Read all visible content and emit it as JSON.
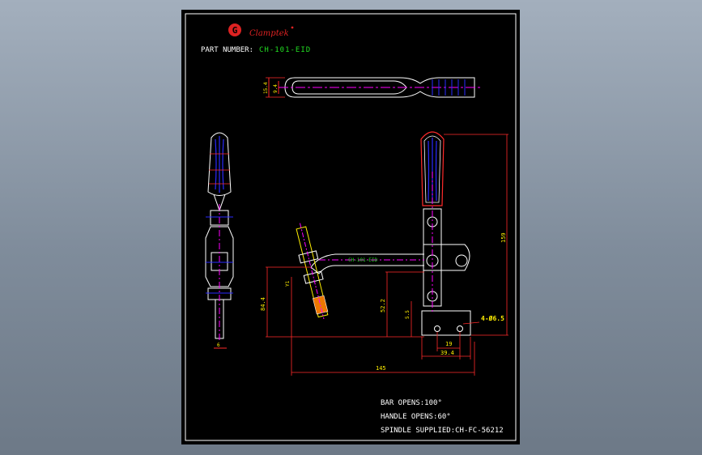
{
  "header": {
    "logo_text": "Clamptek",
    "part_number_label": "PART NUMBER:",
    "part_number_value": "CH-101-EID"
  },
  "dimensions": {
    "top_width": "15.4",
    "top_inner": "9.4",
    "height_total": "159",
    "height_left": "84.4",
    "height_mid": "52.2",
    "height_small": "5.5",
    "spindle_tag": "Y1",
    "hole_diameter": "4-Ø6.5",
    "base_spacing": "19",
    "base_width": "39.4",
    "overall_length": "145",
    "side_bottom": "6"
  },
  "body_label": "CH-101-EID",
  "specs": {
    "bar_opens": "BAR OPENS:100°",
    "handle_opens": "HANDLE OPENS:60°",
    "spindle": "SPINDLE SUPPLIED:CH-FC-56212"
  },
  "colors": {
    "background": "#000000",
    "frame": "#ffffff",
    "outline": "#ffffff",
    "grip": "#2a2aff",
    "dimension": "#ff2a2a",
    "centerline": "#ff00ff",
    "label_green": "#22dd22",
    "logo_red": "#dd2222",
    "yellow": "#ffee00",
    "brass": "#ee7700"
  }
}
